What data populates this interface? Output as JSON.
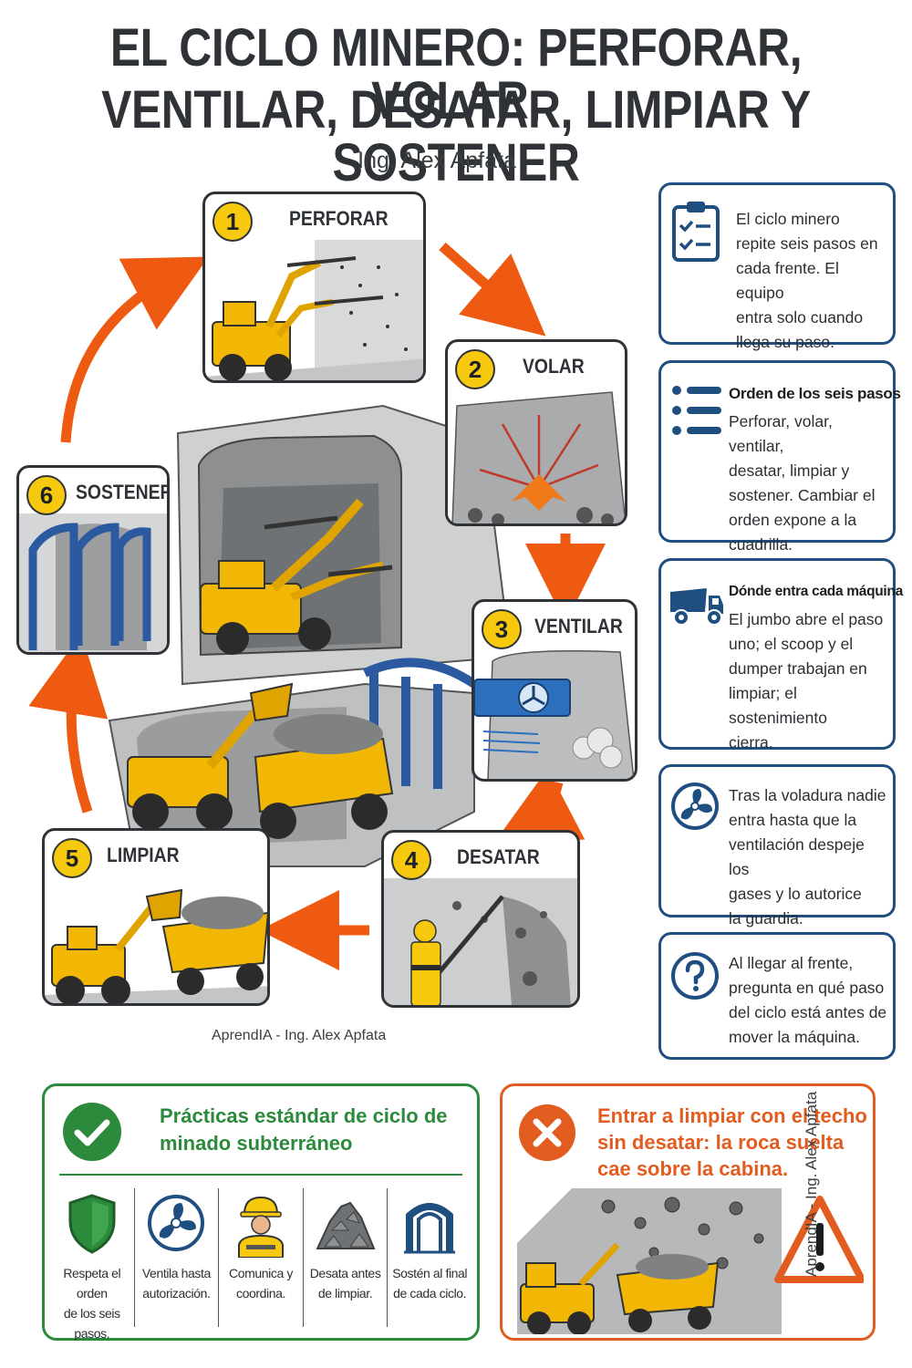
{
  "header": {
    "title_line1": "EL CICLO MINERO: PERFORAR, VOLAR,",
    "title_line2": "VENTILAR, DESATAR, LIMPIAR Y SOSTENER",
    "author": "Ing. Alex Apfata"
  },
  "steps": [
    {
      "number": "1",
      "label": "PERFORAR"
    },
    {
      "number": "2",
      "label": "VOLAR"
    },
    {
      "number": "3",
      "label": "VENTILAR"
    },
    {
      "number": "4",
      "label": "DESATAR"
    },
    {
      "number": "5",
      "label": "LIMPIAR"
    },
    {
      "number": "6",
      "label": "SOSTENER"
    }
  ],
  "info_cards": [
    {
      "icon": "clipboard-checklist-icon",
      "heading": "",
      "body_lines": [
        "El ciclo minero",
        "repite seis pasos en",
        "cada frente. El equipo",
        "entra solo cuando",
        "llega su paso."
      ]
    },
    {
      "icon": "list-icon",
      "heading": "Orden de los seis pasos",
      "body_lines": [
        "Perforar, volar, ventilar,",
        "desatar, limpiar y",
        "sostener. Cambiar el",
        "orden expone a la",
        "cuadrilla."
      ]
    },
    {
      "icon": "dump-truck-icon",
      "heading": "Dónde entra cada máquina",
      "body_lines": [
        "El jumbo abre el paso",
        "uno; el scoop y el",
        "dumper trabajan en",
        "limpiar; el sostenimiento",
        "cierra."
      ]
    },
    {
      "icon": "fan-icon",
      "heading": "",
      "body_lines": [
        "Tras la voladura nadie",
        "entra hasta que la",
        "ventilación despeje los",
        "gases y lo autorice",
        "la guardia."
      ]
    },
    {
      "icon": "question-icon",
      "heading": "",
      "body_lines": [
        "Al llegar al frente,",
        "pregunta en qué paso",
        "del ciclo está antes de",
        "mover la máquina."
      ]
    }
  ],
  "credit_bottom": "AprendIA - Ing. Alex Apfata",
  "credit_vertical": "AprendIA - Ing. Alex Apfata",
  "good_practices": {
    "title": "Prácticas estándar de ciclo de minado subterráneo",
    "items": [
      {
        "icon": "shield-icon",
        "text_lines": [
          "Respeta el orden",
          "de los seis pasos."
        ]
      },
      {
        "icon": "fan-icon",
        "text_lines": [
          "Ventila hasta",
          "autorización."
        ]
      },
      {
        "icon": "worker-icon",
        "text_lines": [
          "Comunica y",
          "coordina."
        ]
      },
      {
        "icon": "rock-pile-icon",
        "text_lines": [
          "Desata antes",
          "de limpiar."
        ]
      },
      {
        "icon": "support-arch-icon",
        "text_lines": [
          "Sostén al final",
          "de cada ciclo."
        ]
      }
    ]
  },
  "bad_practice": {
    "title": "Entrar a limpiar con el techo sin desatar: la roca suelta cae sobre la cabina."
  },
  "colors": {
    "dark": "#2f3236",
    "yellow": "#f6c90e",
    "orange_arrow": "#ee5a12",
    "navy": "#1e4f80",
    "green": "#2c8a3c",
    "red_orange": "#e35c1f"
  }
}
